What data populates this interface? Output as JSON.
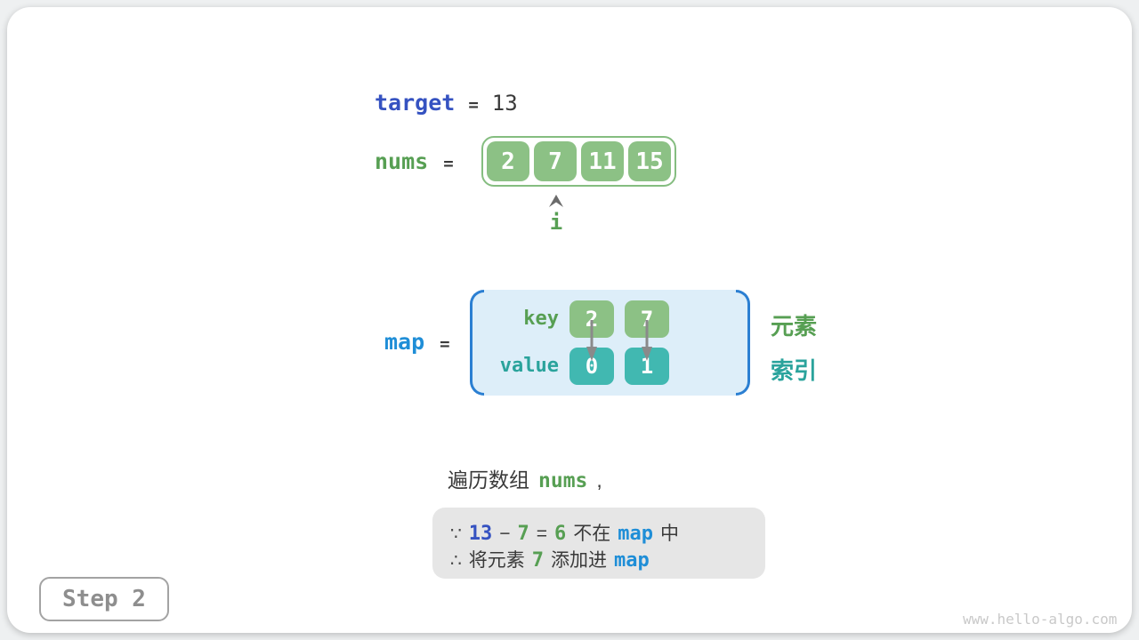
{
  "colors": {
    "green_cell": "#8cc185",
    "green_text": "#579f53",
    "teal_cell": "#41b8b1",
    "teal_text": "#2aa39c",
    "royal_blue": "#3552c1",
    "azure_blue": "#1f8ed7",
    "bracket_blue": "#2b7fd2",
    "map_box_bg": "#ddeef9",
    "gray_box_bg": "#e6e6e6",
    "dark_text": "#3a3a3a",
    "arrow_gray": "#8a8a8a"
  },
  "target_line": {
    "label": "target",
    "equals": "=",
    "value": "13"
  },
  "nums_line": {
    "label": "nums",
    "equals": "="
  },
  "nums_array": {
    "cells": [
      "2",
      "7",
      "11",
      "15"
    ],
    "pointer_label": "i",
    "pointer_index_cell": "7"
  },
  "map_line": {
    "label": "map",
    "equals": "="
  },
  "map_box": {
    "key_label": "key",
    "value_label": "value",
    "entries": [
      {
        "key": "2",
        "value": "0"
      },
      {
        "key": "7",
        "value": "1"
      }
    ],
    "element_label": "元素",
    "index_label": "索引"
  },
  "caption": {
    "prefix": "遍历数组",
    "code": "nums",
    "suffix": ","
  },
  "reason_box": {
    "line1": {
      "sym": "∵",
      "n1": "13",
      "op1": "−",
      "n2": "7",
      "op2": "=",
      "n3": "6",
      "t1": "不在",
      "code": "map",
      "t2": "中"
    },
    "line2": {
      "sym": "∴",
      "t1": "将元素",
      "n1": "7",
      "t2": "添加进",
      "code": "map"
    }
  },
  "step_badge": "Step 2",
  "watermark": "www.hello-algo.com"
}
